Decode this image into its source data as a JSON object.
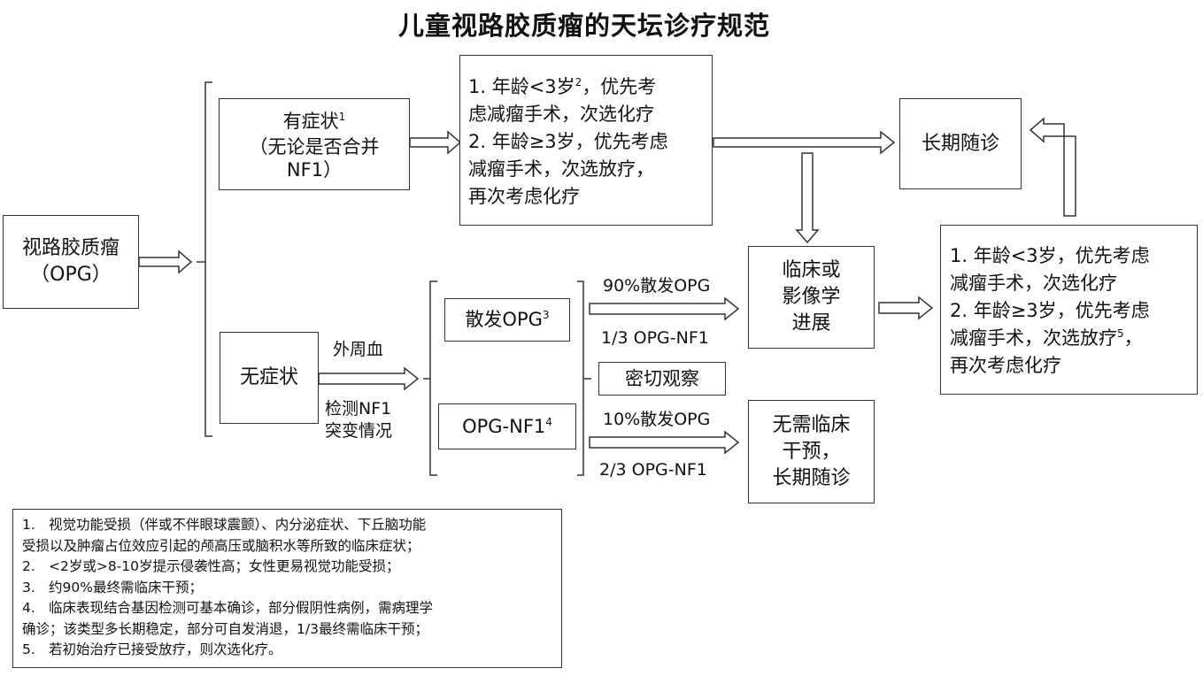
{
  "title": "儿童视路胶质瘤的天坛诊疗规范",
  "nodes": {
    "opg": {
      "line1": "视路胶质瘤",
      "line2": "（OPG）"
    },
    "symptomatic": {
      "label": "有症状",
      "sup": "1",
      "line2": "（无论是否合并",
      "line3": "NF1）"
    },
    "asymptomatic": {
      "label": "无症状"
    },
    "treat_top": {
      "l1": "1. 年龄<3岁",
      "l1_sup": "2",
      "l1_tail": "，优先考",
      "l2": "虑减瘤手术，次选化疗",
      "l3": "2.  年龄≥3岁，优先考虑",
      "l4": "减瘤手术，次选放疗，",
      "l5": "再次考虑化疗"
    },
    "long_followup": {
      "label": "长期随诊"
    },
    "sporadic": {
      "label": "散发OPG",
      "sup": "3"
    },
    "opg_nf1": {
      "label": "OPG-NF1",
      "sup": "4"
    },
    "close_obs": {
      "label": "密切观察"
    },
    "progression": {
      "line1": "临床或",
      "line2": "影像学",
      "line3": "进展"
    },
    "no_intervention": {
      "line1": "无需临床",
      "line2": "干预，",
      "line3": "长期随诊"
    },
    "treat_right": {
      "l1": "1. 年龄<3岁，优先考虑",
      "l2": "减瘤手术，次选化疗",
      "l3": "2.  年龄≥3岁，优先考虑",
      "l4": "减瘤手术，次选放疗",
      "l4_sup": "5",
      "l4_tail": "，",
      "l5": "再次考虑化疗"
    }
  },
  "edge_labels": {
    "blood_top": "外周血",
    "blood_bottom1": "检测NF1",
    "blood_bottom2": "突变情况",
    "up_top": "90%散发OPG",
    "up_bottom": "1/3 OPG-NF1",
    "down_top": "10%散发OPG",
    "down_bottom": "2/3 OPG-NF1"
  },
  "notes": [
    {
      "num": "1.",
      "text": "视觉功能受损（伴或不伴眼球震颤）、内分泌症状、下丘脑功能"
    },
    {
      "num": "",
      "text": "受损以及肿瘤占位效应引起的颅高压或脑积水等所致的临床症状；"
    },
    {
      "num": "2.",
      "text": "<2岁或>8-10岁提示侵袭性高；女性更易视觉功能受损；"
    },
    {
      "num": "3.",
      "text": "约90%最终需临床干预；"
    },
    {
      "num": "4.",
      "text": "临床表现结合基因检测可基本确诊，部分假阴性病例，需病理学"
    },
    {
      "num": "",
      "text": "确诊；该类型多长期稳定，部分可自发消退，1/3最终需临床干预；"
    },
    {
      "num": "5.",
      "text": "若初始治疗已接受放疗，则次选化疗。"
    }
  ]
}
